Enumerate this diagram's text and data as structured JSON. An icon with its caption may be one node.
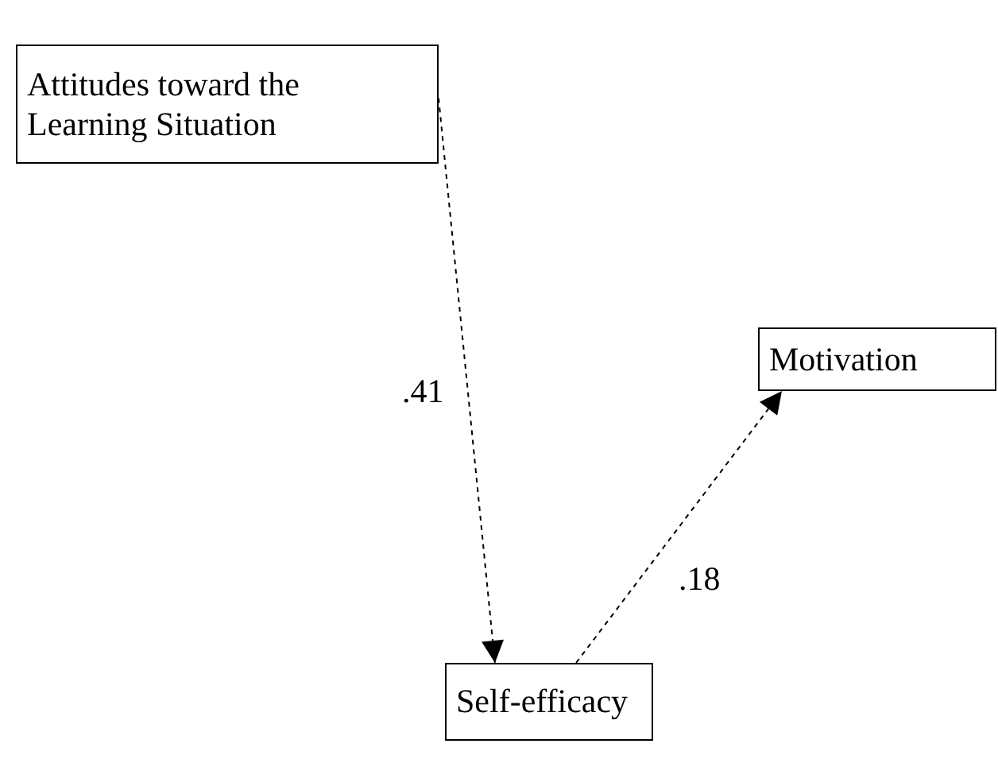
{
  "diagram": {
    "nodes": [
      {
        "text": [
          "Attitudes toward the Learning Situation"
        ]
      },
      {
        "text": [
          "Motivation"
        ]
      },
      {
        "text": [
          "Self-efficacy"
        ]
      }
    ],
    "edges": [
      {
        "from": 0,
        "to": 2,
        "arrow": "to",
        "label": ".41",
        "style": "dashed"
      },
      {
        "from": 2,
        "to": 1,
        "arrow": "to",
        "label": ".18",
        "style": "dashed"
      }
    ]
  }
}
